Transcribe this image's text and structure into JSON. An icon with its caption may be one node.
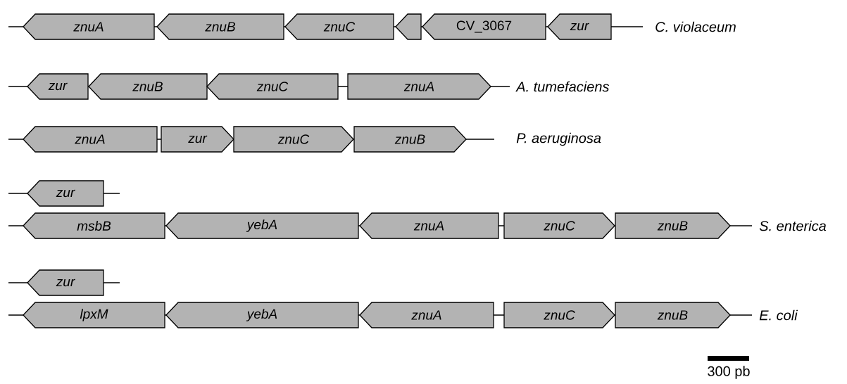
{
  "diagram": {
    "nodes": [
      {
        "text": [
          "znuA"
        ]
      },
      {
        "text": [
          "znuB"
        ]
      },
      {
        "text": [
          "znuC"
        ]
      },
      {
        "text": [],
        "shape": "pentagon"
      },
      {
        "text": [
          "CV_3067"
        ]
      },
      {
        "text": [
          "zur"
        ]
      },
      {
        "text": [
          "zur"
        ]
      },
      {
        "text": [
          "znuB"
        ]
      },
      {
        "text": [
          "znuC"
        ]
      },
      {
        "text": [
          "znuA"
        ]
      },
      {
        "text": [
          "znuA"
        ]
      },
      {
        "text": [
          "zur"
        ]
      },
      {
        "text": [
          "znuC"
        ]
      },
      {
        "text": [
          "znuB"
        ]
      },
      {
        "text": [
          "zur"
        ]
      },
      {
        "text": [
          "msbB"
        ]
      },
      {
        "text": [
          "yebA"
        ]
      },
      {
        "text": [
          "znuA"
        ]
      },
      {
        "text": [
          "znuC"
        ]
      },
      {
        "text": [
          "znuB"
        ]
      },
      {
        "text": [
          "zur"
        ]
      },
      {
        "text": [
          "lpxM"
        ]
      },
      {
        "text": [
          "yebA"
        ]
      },
      {
        "text": [
          "znuA"
        ]
      },
      {
        "text": [
          "znuC"
        ]
      },
      {
        "text": [
          "znuB"
        ]
      }
    ],
    "labels": [
      "C. violaceum",
      "A. tumefaciens",
      "P. aeruginosa",
      "S. enterica",
      "E. coli",
      "300 pb"
    ]
  }
}
